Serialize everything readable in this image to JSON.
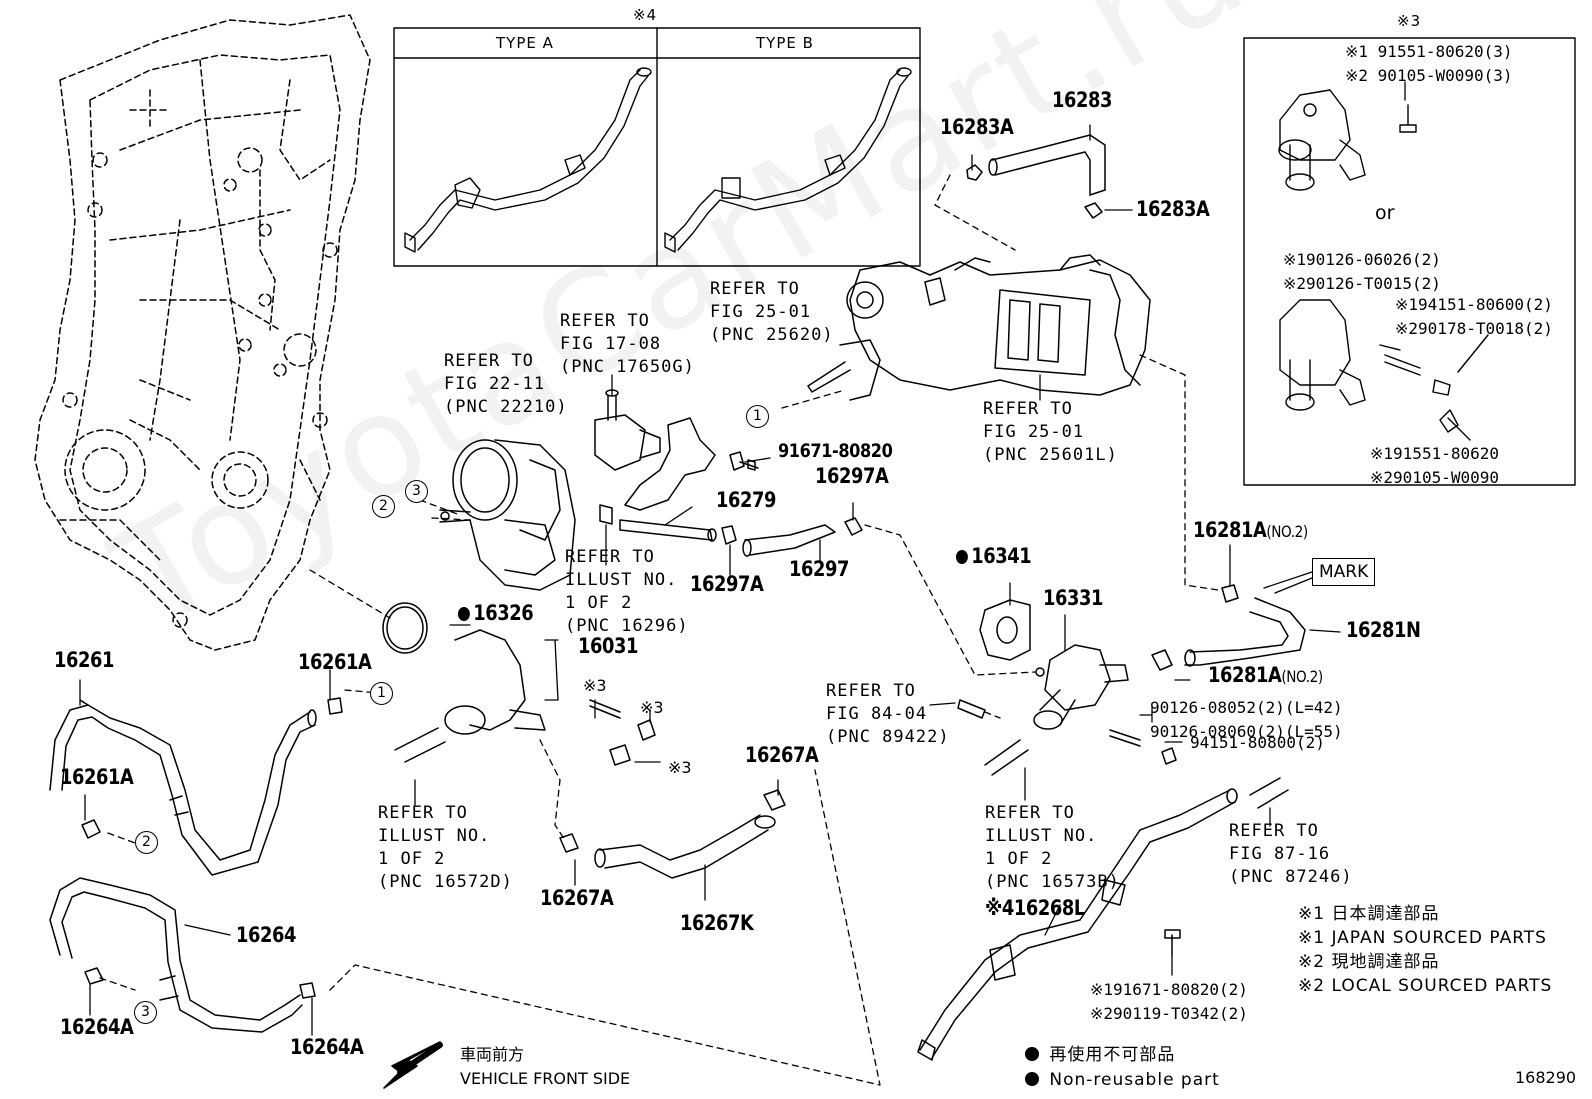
{
  "watermark": "ToyotaCarMart.ru",
  "figure_id": "168290",
  "inset_type": {
    "mark": "※4",
    "type_a": "TYPE A",
    "type_b": "TYPE B"
  },
  "inset_outlet": {
    "mark": "※3",
    "top_lines": [
      "※1 91551-80620(3)",
      "※2 90105-W0090(3)"
    ],
    "or": "or",
    "mid_lines": [
      "※190126-06026(2)",
      "※290126-T0015(2)"
    ],
    "right_lines": [
      "※194151-80600(2)",
      "※290178-T0018(2)"
    ],
    "bottom_lines": [
      "※191551-80620",
      "※290105-W0090"
    ]
  },
  "part_numbers": {
    "p16283": "16283",
    "p16283A_1": "16283A",
    "p16283A_2": "16283A",
    "p91671": "91671-80820",
    "p16297A_1": "16297A",
    "p16279": "16279",
    "p16297A_2": "16297A",
    "p16297": "16297",
    "p16341": "16341",
    "p16326": "16326",
    "p16031": "16031",
    "p16331": "16331",
    "p16281A_1": "16281A",
    "p16281A_1_note": "(NO.2)",
    "p16281N": "16281N",
    "p16281A_2": "16281A",
    "p16281A_2_note": "(NO.2)",
    "p16261": "16261",
    "p16261A_1": "16261A",
    "p16261A_2": "16261A",
    "p16264": "16264",
    "p16264A_1": "16264A",
    "p16264A_2": "16264A",
    "p16267A_1": "16267A",
    "p16267A_2": "16267A",
    "p16267K": "16267K",
    "p16268L": "※416268L",
    "bolt_a": "90126-08052(2)(L=42)",
    "bolt_b": "90126-08060(2)(L=55)",
    "nut": "94151-80800(2)",
    "bracket_bolt_1": "※191671-80820(2)",
    "bracket_bolt_2": "※290119-T0342(2)",
    "m3_a": "※3",
    "m3_b": "※3",
    "m3_c": "※3"
  },
  "refers": {
    "r25620": [
      "REFER TO",
      "FIG 25-01",
      "(PNC 25620)"
    ],
    "r17650": [
      "REFER TO",
      "FIG 17-08",
      "(PNC 17650G)"
    ],
    "r22210": [
      "REFER TO",
      "FIG 22-11",
      "(PNC 22210)"
    ],
    "r25601": [
      "REFER TO",
      "FIG 25-01",
      "(PNC 25601L)"
    ],
    "r16296": [
      "REFER TO",
      "ILLUST NO.",
      "1 OF 2",
      "(PNC 16296)"
    ],
    "r89422": [
      "REFER TO",
      "FIG 84-04",
      "(PNC 89422)"
    ],
    "r16572": [
      "REFER TO",
      "ILLUST NO.",
      "1 OF 2",
      "(PNC 16572D)"
    ],
    "r16573": [
      "REFER TO",
      "ILLUST NO.",
      "1 OF 2",
      "(PNC 16573B)"
    ],
    "r87246": [
      "REFER TO",
      "FIG 87-16",
      "(PNC 87246)"
    ]
  },
  "mark_label": "MARK",
  "circles": [
    "1",
    "2",
    "3"
  ],
  "notes": [
    "※1 日本調達部品",
    "※1 JAPAN SOURCED PARTS",
    "※2 現地調達部品",
    "※2 LOCAL SOURCED PARTS"
  ],
  "legend": {
    "jp": "再使用不可部品",
    "en": "Non-reusable part"
  },
  "direction": {
    "jp": "車両前方",
    "en": "VEHICLE FRONT SIDE"
  }
}
